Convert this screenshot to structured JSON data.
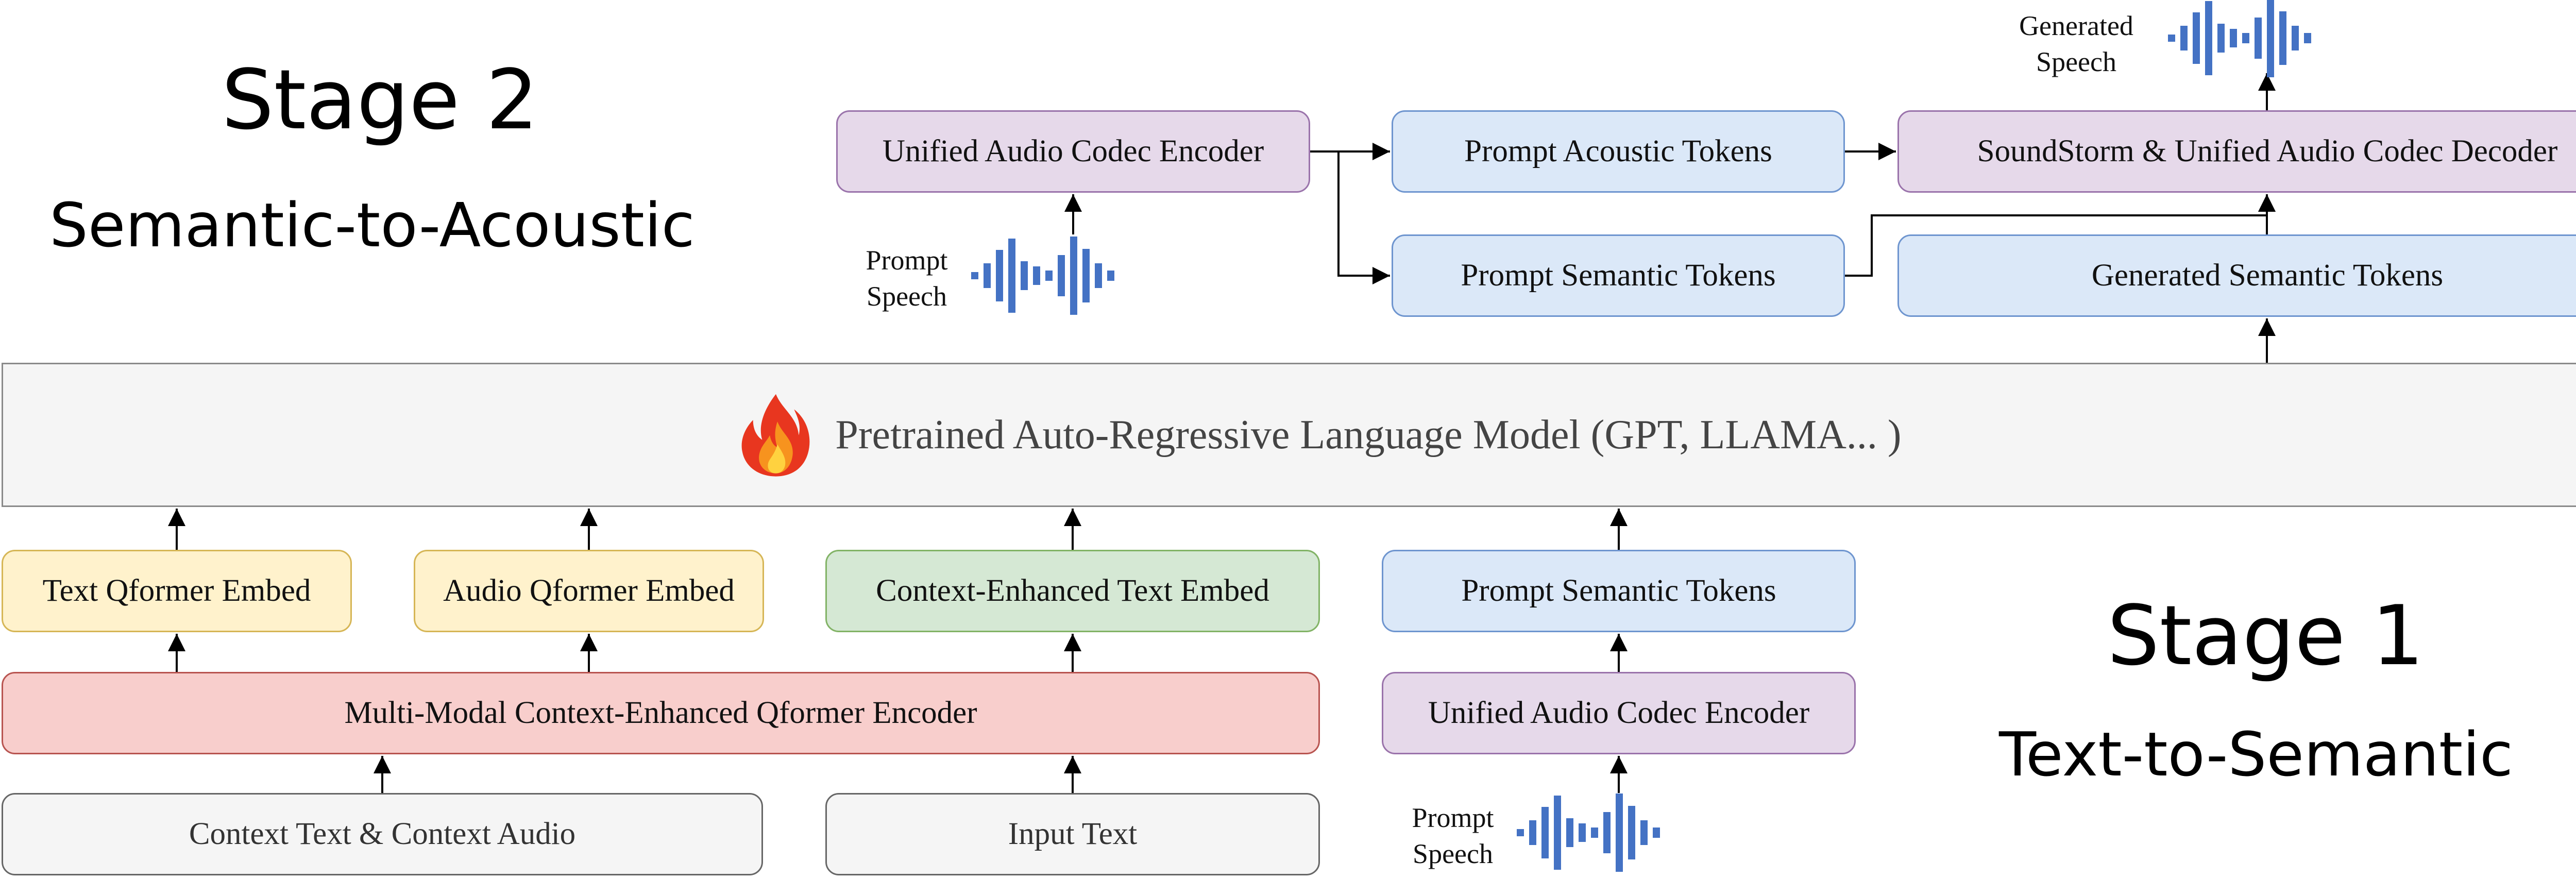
{
  "stage2": {
    "title": "Stage 2",
    "subtitle": "Semantic-to-Acoustic"
  },
  "stage1": {
    "title": "Stage 1",
    "subtitle": "Text-to-Semantic"
  },
  "top": {
    "codec_encoder": "Unified Audio Codec Encoder",
    "prompt_acoustic": "Prompt Acoustic Tokens",
    "prompt_semantic": "Prompt Semantic Tokens",
    "decoder": "SoundStorm & Unified Audio Codec Decoder",
    "generated_semantic": "Generated Semantic Tokens",
    "prompt_speech": [
      "Prompt",
      "Speech"
    ],
    "generated_speech": [
      "Generated",
      "Speech"
    ]
  },
  "language_model": {
    "label": "Pretrained Auto-Regressive Language Model (GPT, LLAMA... )",
    "icon": "fire-icon"
  },
  "bottom": {
    "text_qformer": "Text Qformer Embed",
    "audio_qformer": "Audio Qformer Embed",
    "context_text_embed": "Context-Enhanced Text Embed",
    "prompt_semantic": "Prompt Semantic Tokens",
    "qformer_encoder": "Multi-Modal Context-Enhanced Qformer Encoder",
    "codec_encoder": "Unified Audio Codec Encoder",
    "context_input": "Context Text & Context Audio",
    "input_text": "Input Text",
    "prompt_speech": [
      "Prompt",
      "Speech"
    ]
  },
  "colors": {
    "purple": "#e6d9ea",
    "blue": "#dbe8f8",
    "yellow": "#fff2cc",
    "green": "#d5e8d4",
    "red": "#f8cecc",
    "gray": "#f5f5f5",
    "waveform": "#4472c4",
    "arrow": "#000000"
  }
}
